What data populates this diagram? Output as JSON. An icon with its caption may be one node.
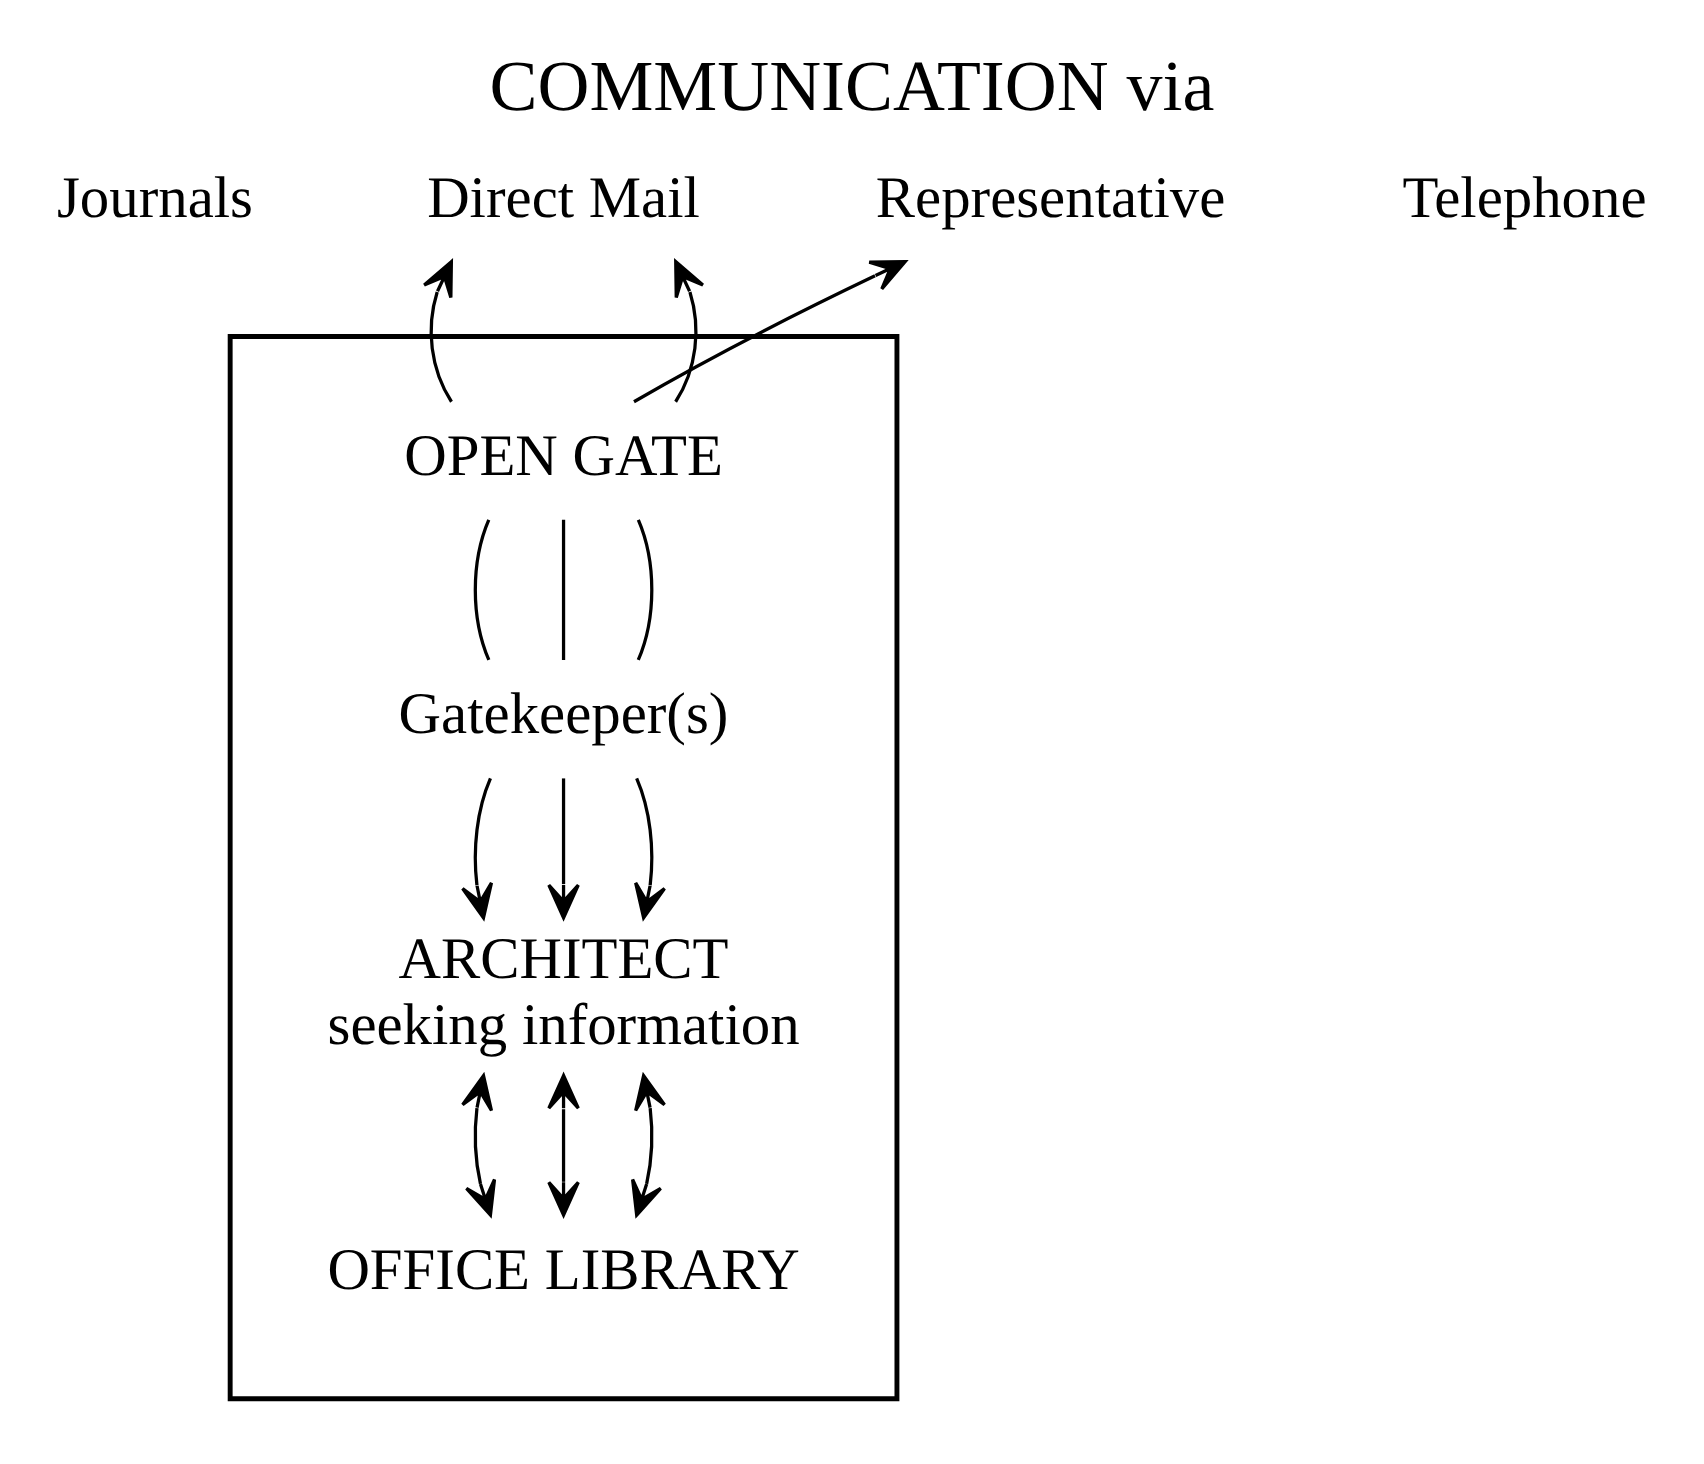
{
  "diagram": {
    "title": "COMMUNICATION via",
    "nodes": [
      {
        "text": [
          "Direct Mail"
        ]
      },
      {
        "text": [
          "Representative"
        ]
      },
      {
        "text": [],
        "shape": "box"
      },
      {
        "text": [
          "OPEN GATE"
        ],
        "in": 2
      },
      {
        "text": [
          "Gatekeeper(s)"
        ],
        "in": 2
      },
      {
        "text": [
          "ARCHITECT",
          "seeking information"
        ],
        "in": 2
      },
      {
        "text": [
          "OFFICE LIBRARY"
        ],
        "in": 2
      }
    ],
    "edges": [
      {
        "from": 3,
        "to": 0,
        "arrow": "to"
      },
      {
        "from": 3,
        "to": 0,
        "arrow": "to"
      },
      {
        "from": 3,
        "to": 1,
        "arrow": "to"
      },
      {
        "from": 3,
        "to": 4,
        "arrow": "none"
      },
      {
        "from": 3,
        "to": 4,
        "arrow": "none"
      },
      {
        "from": 3,
        "to": 4,
        "arrow": "none"
      },
      {
        "from": 4,
        "to": 5,
        "arrow": "to"
      },
      {
        "from": 4,
        "to": 5,
        "arrow": "to"
      },
      {
        "from": 4,
        "to": 5,
        "arrow": "to"
      },
      {
        "from": 5,
        "to": 6,
        "arrow": "both"
      },
      {
        "from": 5,
        "to": 6,
        "arrow": "both"
      },
      {
        "from": 5,
        "to": 6,
        "arrow": "both"
      }
    ],
    "labels": [
      "Journals",
      "Telephone"
    ]
  }
}
